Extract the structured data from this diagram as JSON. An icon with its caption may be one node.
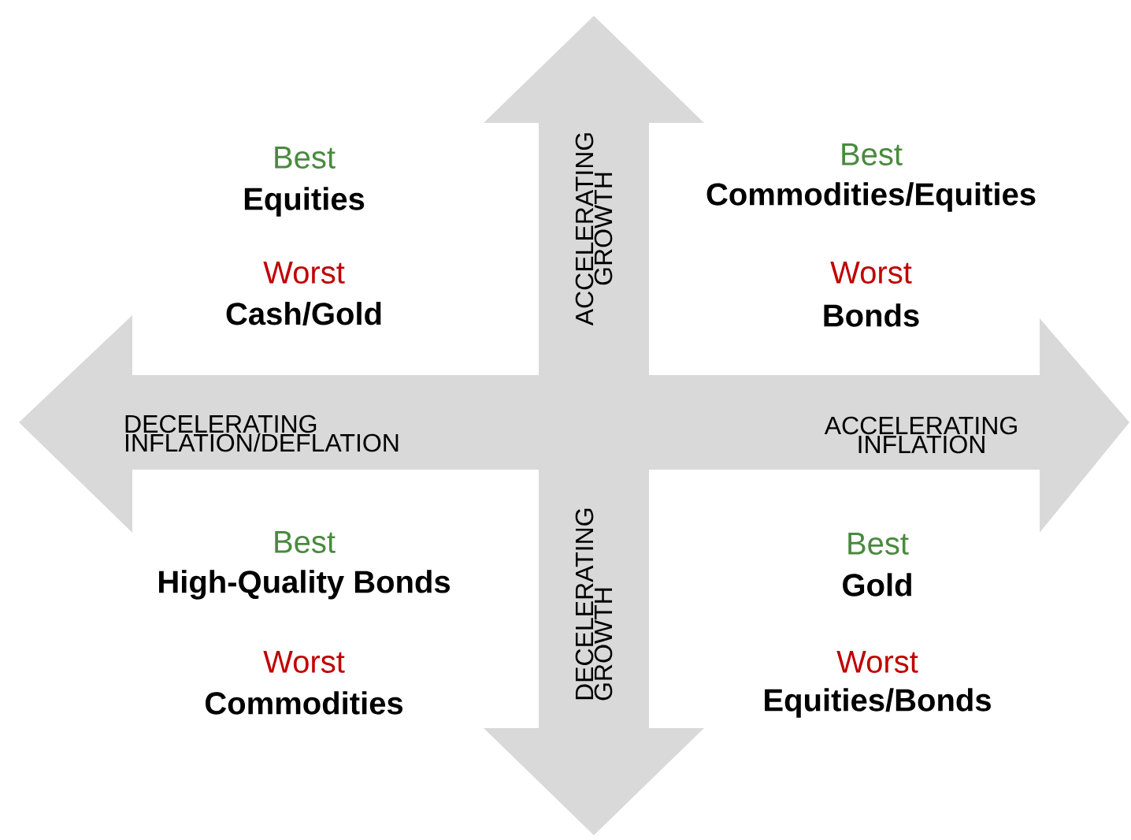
{
  "diagram": {
    "labels": [
      "Best",
      "Equities",
      "Worst",
      "Cash/Gold",
      "ACCELERATING GROWTH",
      "Best",
      "Commodities/Equities",
      "Worst",
      "Bonds",
      "DECELERATING INFLATION/DEFLATION",
      "ACCELERATING INFLATION",
      "Best",
      "High-Quality Bonds",
      "Worst",
      "Commodities",
      "DECELERATING GROWTH",
      "Best",
      "Gold",
      "Worst",
      "Equities/Bonds"
    ]
  }
}
